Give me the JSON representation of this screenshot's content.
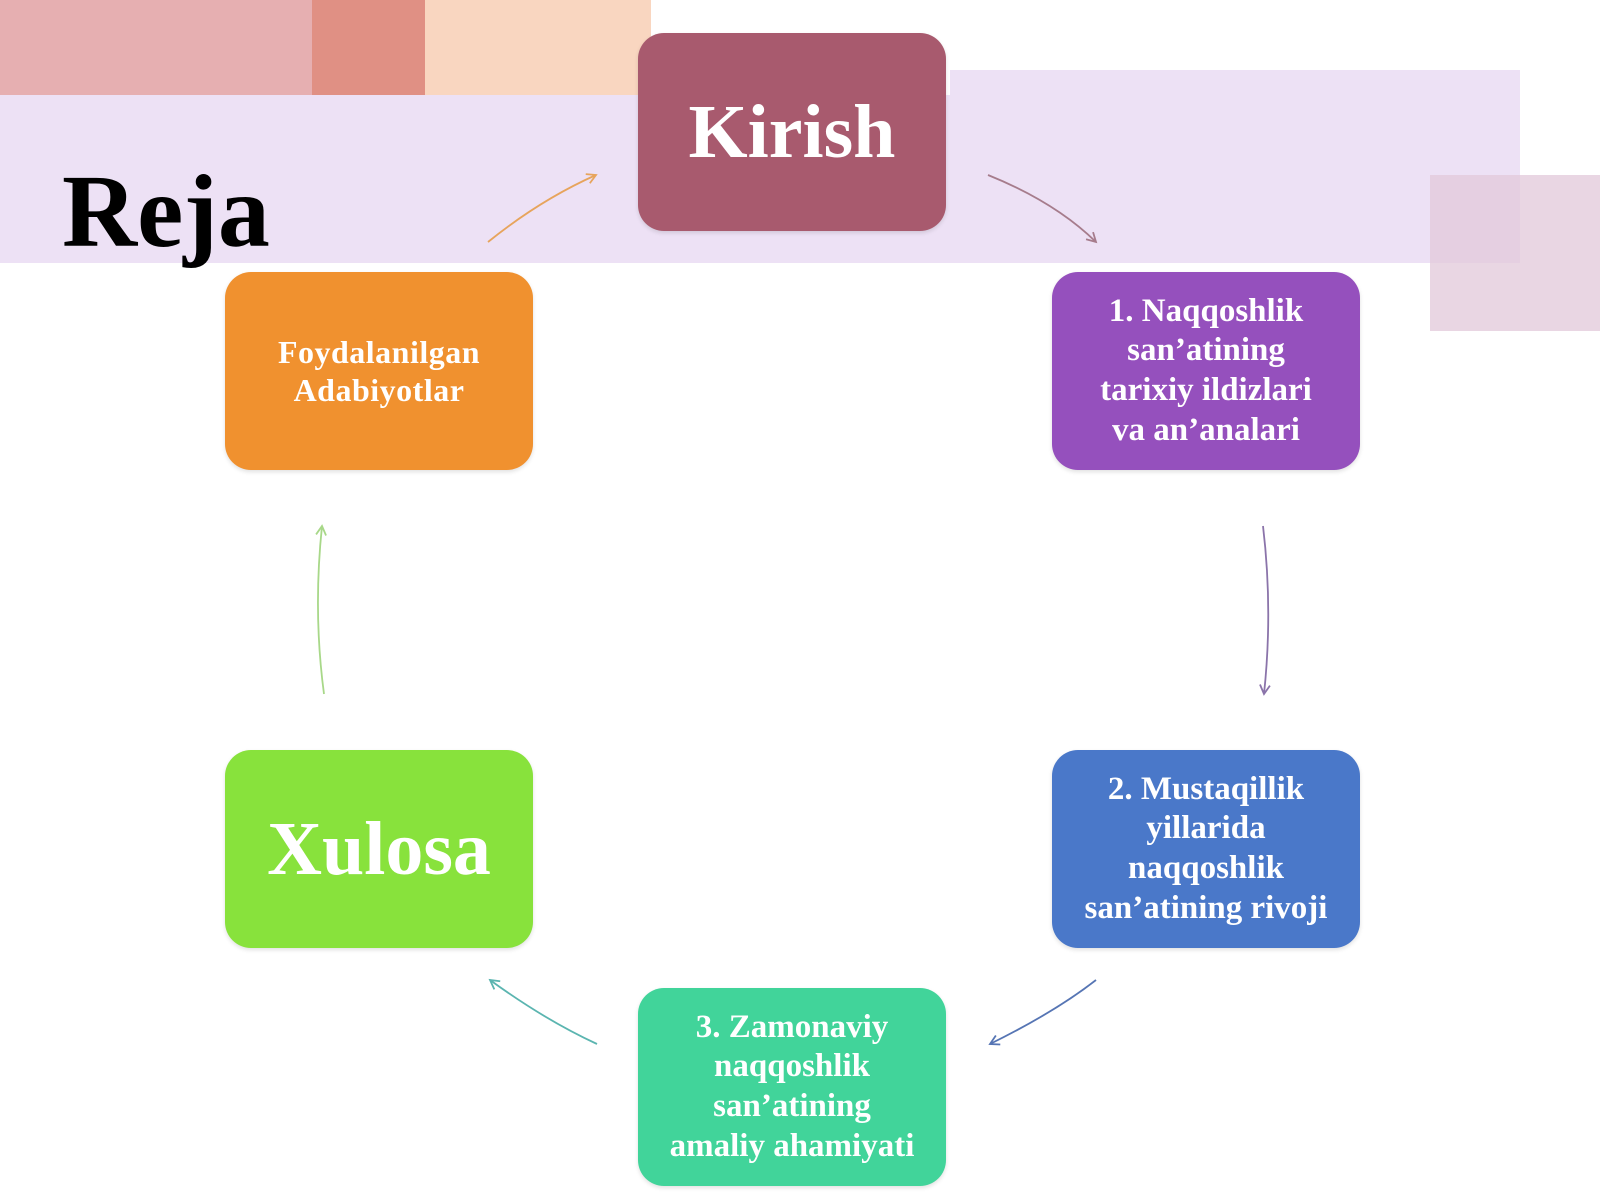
{
  "slide": {
    "title": "Reja"
  },
  "colors": {
    "kirish": "#a85a6e",
    "naqqoshlik_tarix": "#9550bd",
    "mustaqillik": "#4a78c9",
    "zamonaviy": "#41d49a",
    "xulosa": "#88e23c",
    "adabiyotlar": "#f0912f"
  },
  "cycle": {
    "nodes": [
      {
        "id": "kirish",
        "label": "Kirish"
      },
      {
        "id": "naqqoshlik-tarix",
        "label": "1. Naqqoshlik\nsan’atining\ntarixiy ildizlari\nva an’analari"
      },
      {
        "id": "mustaqillik",
        "label": "2. Mustaqillik\nyillarida\nnaqqoshlik\nsan’atining rivoji"
      },
      {
        "id": "zamonaviy",
        "label": "3. Zamonaviy\nnaqqoshlik\nsan’atining\namaliy ahamiyati"
      },
      {
        "id": "xulosa",
        "label": "Xulosa"
      },
      {
        "id": "adabiyotlar",
        "label": "Foydalanilgan\nAdabiyotlar"
      }
    ]
  }
}
